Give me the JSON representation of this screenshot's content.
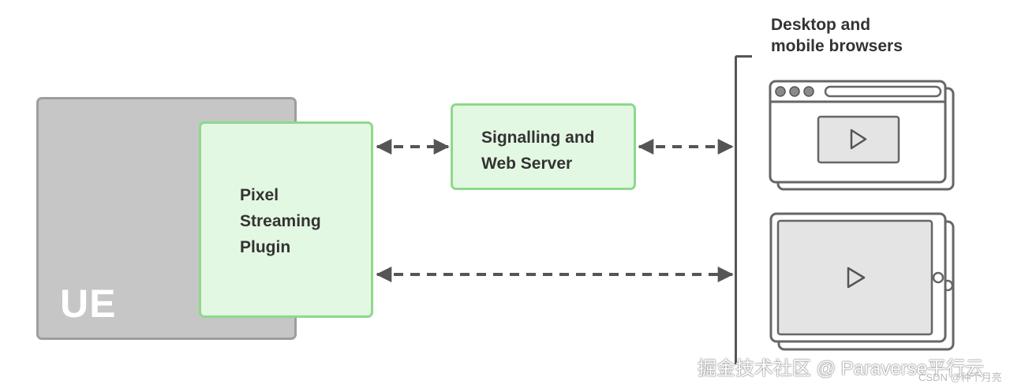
{
  "ue": {
    "label": "UE"
  },
  "plugin": {
    "lines": [
      "Pixel",
      "Streaming",
      "Plugin"
    ]
  },
  "server": {
    "lines": [
      "Signalling and",
      "Web Server"
    ]
  },
  "clients": {
    "title_lines": [
      "Desktop and",
      "mobile browsers"
    ],
    "devices": [
      {
        "name": "desktop-browser",
        "icon": "play-icon"
      },
      {
        "name": "tablet",
        "icon": "play-icon"
      }
    ]
  },
  "connections": [
    {
      "from": "Pixel Streaming Plugin",
      "to": "Signalling and Web Server",
      "style": "dashed",
      "direction": "both"
    },
    {
      "from": "Signalling and Web Server",
      "to": "Desktop and mobile browsers",
      "style": "dashed",
      "direction": "both"
    },
    {
      "from": "Pixel Streaming Plugin",
      "to": "Desktop and mobile browsers",
      "style": "dashed",
      "direction": "both"
    }
  ],
  "colors": {
    "ue_fill": "#c6c6c6",
    "ue_border": "#9e9e9e",
    "node_fill": "#e3f8e2",
    "node_border": "#8fd88c",
    "arrow": "#555555",
    "device_fill": "#e4e4e4",
    "device_border": "#666666"
  },
  "watermark": {
    "main": "掘金技术社区 @ Paraverse平行云",
    "secondary": "CSDN @种个月亮"
  }
}
